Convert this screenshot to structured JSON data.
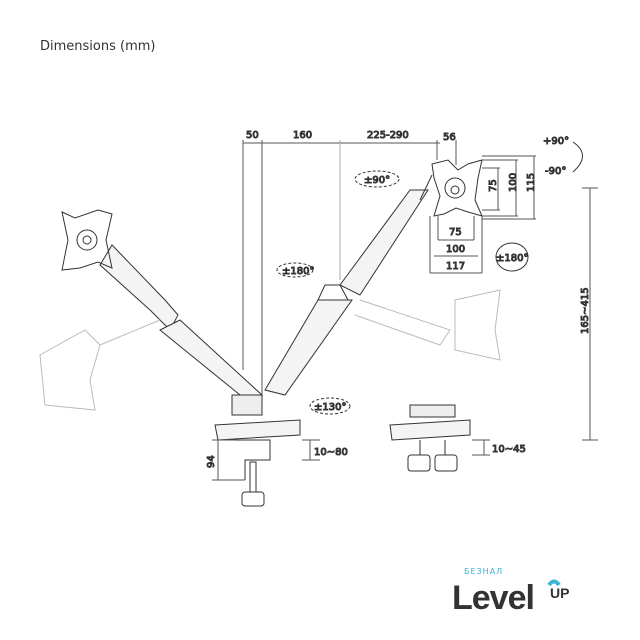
{
  "title": "Dimensions (mm)",
  "dims": {
    "d1": "50",
    "d2": "160",
    "d3": "225-290",
    "d4": "56",
    "rot_up": "+90°",
    "rot_down": "-90°",
    "tilt": "±90°",
    "vesa_h1": "75",
    "vesa_h2": "100",
    "vesa_h3": "115",
    "vesa_w1": "75",
    "vesa_w2": "100",
    "vesa_w3": "117",
    "swivel_plate": "±180°",
    "swivel_arm": "±180°",
    "height_range": "165~415",
    "base_rot": "±130°",
    "clamp_height": "94",
    "clamp_range": "10~80",
    "grommet_range": "10~45"
  },
  "logo": {
    "sub": "БЕЗНАЛ",
    "main": "Level",
    "up": "UP",
    "accent": "#3fb2d6"
  }
}
